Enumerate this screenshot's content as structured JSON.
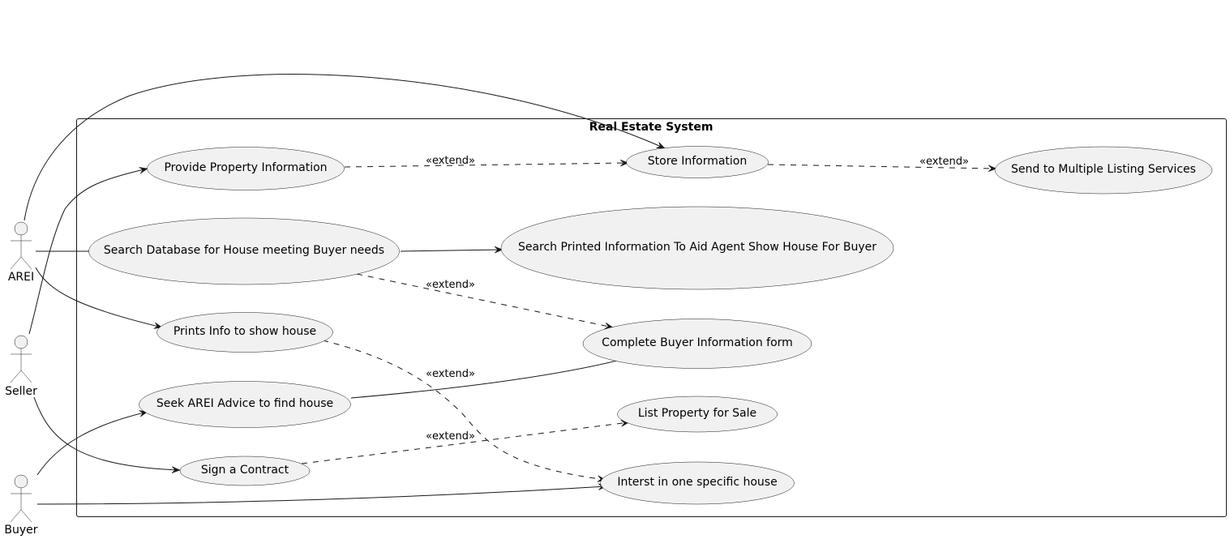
{
  "diagram": {
    "type": "use-case",
    "system": {
      "title": "Real Estate System"
    },
    "actors": [
      {
        "id": "arei",
        "label": "AREI"
      },
      {
        "id": "seller",
        "label": "Seller"
      },
      {
        "id": "buyer",
        "label": "Buyer"
      }
    ],
    "use_cases": [
      {
        "id": "provide",
        "label": "Provide Property Information"
      },
      {
        "id": "store",
        "label": "Store Information"
      },
      {
        "id": "send",
        "label": "Send to Multiple Listing Services"
      },
      {
        "id": "searchdb",
        "label": "Search Database for House meeting Buyer needs"
      },
      {
        "id": "printed",
        "label": "Search Printed Information To Aid Agent Show House For Buyer"
      },
      {
        "id": "prints",
        "label": "Prints Info to show house"
      },
      {
        "id": "complete",
        "label": "Complete Buyer Information form"
      },
      {
        "id": "seek",
        "label": "Seek AREI Advice to find house"
      },
      {
        "id": "list",
        "label": "List Property for Sale"
      },
      {
        "id": "sign",
        "label": "Sign a Contract"
      },
      {
        "id": "interest",
        "label": "Interst in one specific house"
      }
    ],
    "stereotype": "«extend»",
    "relations": [
      {
        "from": "arei",
        "to": "store",
        "kind": "association-arrow"
      },
      {
        "from": "arei",
        "to": "searchdb",
        "kind": "association"
      },
      {
        "from": "arei",
        "to": "prints",
        "kind": "association-arrow"
      },
      {
        "from": "seller",
        "to": "provide",
        "kind": "association-arrow"
      },
      {
        "from": "seller",
        "to": "sign",
        "kind": "association-arrow"
      },
      {
        "from": "buyer",
        "to": "seek",
        "kind": "association-arrow"
      },
      {
        "from": "buyer",
        "to": "interest",
        "kind": "association-arrow"
      },
      {
        "from": "searchdb",
        "to": "printed",
        "kind": "arrow"
      },
      {
        "from": "seek",
        "to": "complete",
        "kind": "association"
      },
      {
        "from": "provide",
        "to": "store",
        "kind": "extend"
      },
      {
        "from": "store",
        "to": "send",
        "kind": "extend"
      },
      {
        "from": "searchdb",
        "to": "complete",
        "kind": "extend"
      },
      {
        "from": "prints",
        "to": "interest",
        "kind": "extend"
      },
      {
        "from": "sign",
        "to": "list",
        "kind": "extend"
      }
    ]
  }
}
